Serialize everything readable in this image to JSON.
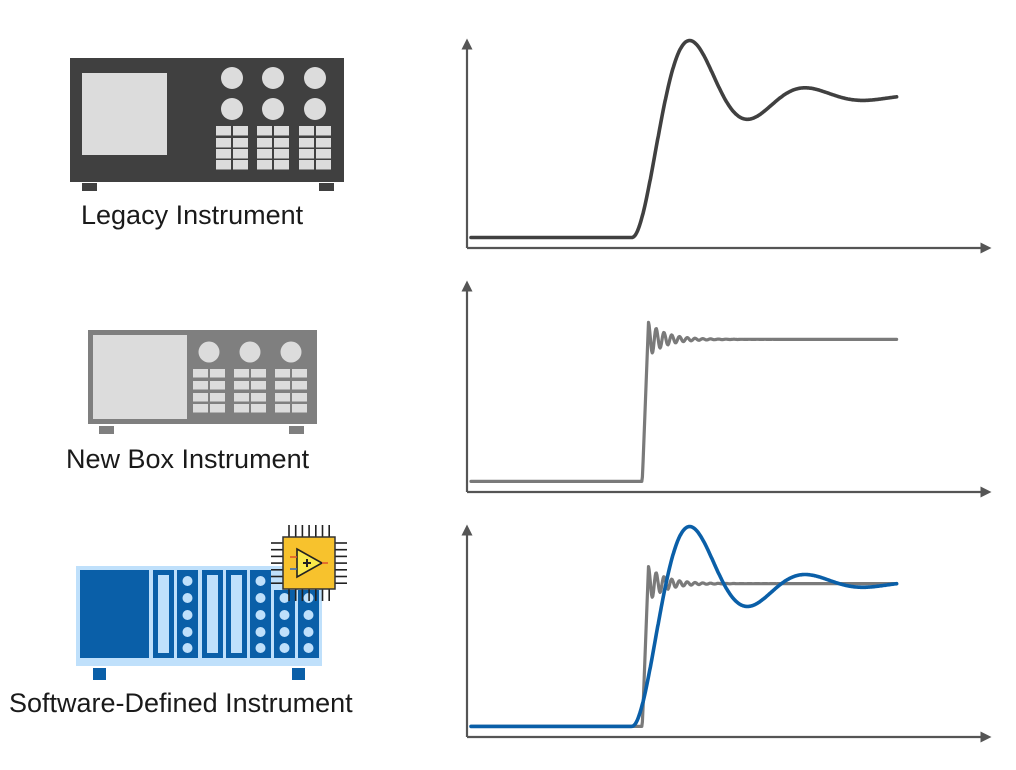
{
  "rows": [
    {
      "label": "Legacy Instrument",
      "instrument": "legacy",
      "color": "#404040"
    },
    {
      "label": "New Box Instrument",
      "instrument": "new-box",
      "color": "#7a7a7a"
    },
    {
      "label": "Software-Defined Instrument",
      "instrument": "software-defined",
      "color": "#0a5fa8"
    }
  ],
  "colors": {
    "legacy_body": "#404040",
    "legacy_panel": "#dcdcdc",
    "newbox_body": "#7f7f7f",
    "newbox_panel": "#dcdcdc",
    "sdi_dark": "#0a5fa8",
    "sdi_light": "#bfe0fb",
    "chip_body": "#f7c22d",
    "axis": "#555555"
  },
  "chart_data": [
    {
      "type": "line",
      "title": "",
      "xlabel": "",
      "ylabel": "",
      "xlim": [
        0,
        1
      ],
      "ylim": [
        0,
        1
      ],
      "grid": false,
      "series": [
        {
          "name": "Legacy Instrument response",
          "color": "#404040",
          "kind": "slow-underdamped-step",
          "initial": 0.05,
          "final": 0.72,
          "overshoot_peak": 0.88,
          "step_start": 0.31,
          "end": 0.82
        }
      ]
    },
    {
      "type": "line",
      "title": "",
      "xlabel": "",
      "ylabel": "",
      "xlim": [
        0,
        1
      ],
      "ylim": [
        0,
        1
      ],
      "grid": false,
      "series": [
        {
          "name": "New Box Instrument response",
          "color": "#7a7a7a",
          "kind": "fast-step-with-ringing",
          "initial": 0.05,
          "final": 0.72,
          "overshoot_peak": 0.8,
          "step_start": 0.33,
          "end": 0.82
        }
      ]
    },
    {
      "type": "line",
      "title": "",
      "xlabel": "",
      "ylabel": "",
      "xlim": [
        0,
        1
      ],
      "ylim": [
        0,
        1
      ],
      "grid": false,
      "series": [
        {
          "name": "New Box Instrument response",
          "color": "#7a7a7a",
          "kind": "fast-step-with-ringing",
          "initial": 0.05,
          "final": 0.72,
          "overshoot_peak": 0.8,
          "step_start": 0.33,
          "end": 0.82
        },
        {
          "name": "Software-Defined Instrument response",
          "color": "#0a5fa8",
          "kind": "slow-underdamped-step",
          "initial": 0.05,
          "final": 0.72,
          "overshoot_peak": 0.86,
          "step_start": 0.31,
          "end": 0.82
        }
      ]
    }
  ]
}
